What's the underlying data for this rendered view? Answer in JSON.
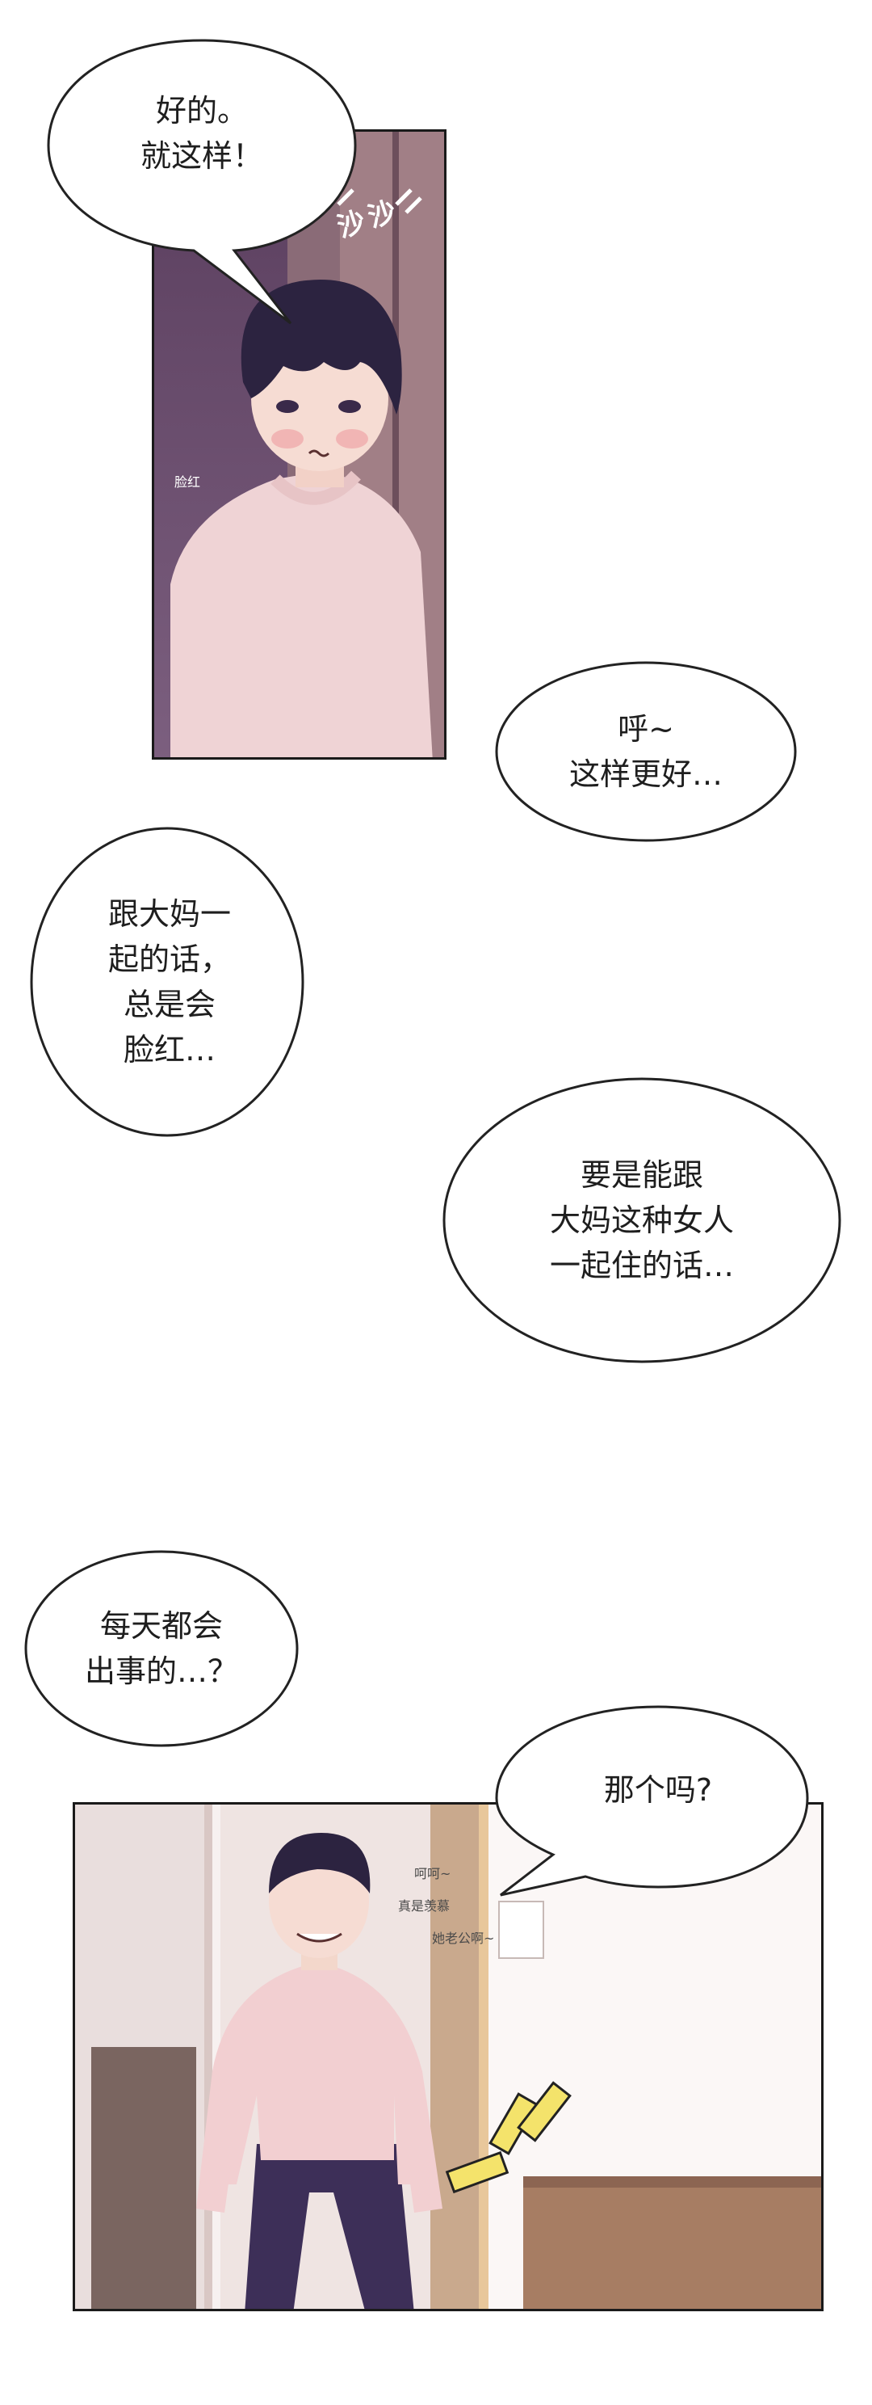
{
  "panel1": {
    "bubble_lines": [
      "好的。",
      "就这样！"
    ],
    "sfx": "沙沙",
    "caption": "脸红"
  },
  "bubble2": {
    "lines": [
      "呼~",
      "这样更好…"
    ]
  },
  "bubble3": {
    "lines": [
      "跟大妈一",
      "起的话，",
      "总是会",
      "脸红…"
    ]
  },
  "bubble4": {
    "lines": [
      "要是能跟",
      "大妈这种女人",
      "一起住的话…"
    ]
  },
  "bubble5": {
    "lines": [
      "每天都会",
      "出事的…？"
    ]
  },
  "panel2": {
    "bubble_lines": [
      "那个吗?"
    ],
    "bg_text_1": "呵呵~",
    "bg_text_2": "真是羡慕",
    "bg_text_3": "她老公啊~"
  }
}
